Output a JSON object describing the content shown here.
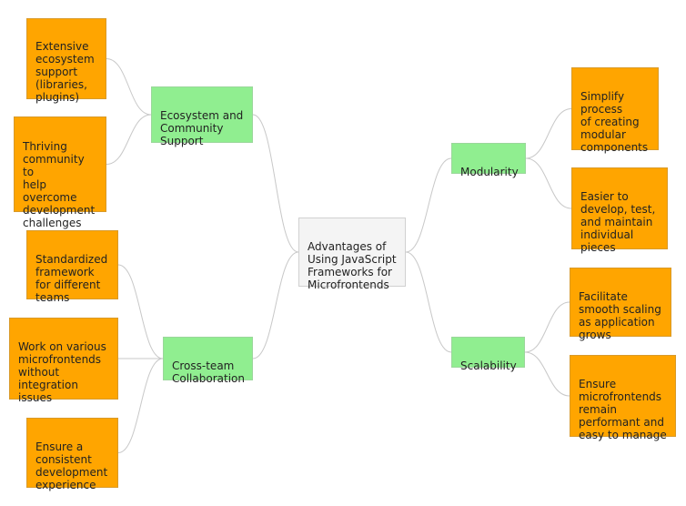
{
  "diagram": {
    "type": "mindmap",
    "colors": {
      "root": "#f4f4f4",
      "branch": "#90ee90",
      "leaf": "#ffa500",
      "connector": "#c8c8c8"
    },
    "root": {
      "label": "Advantages of\nUsing JavaScript\nFrameworks for\nMicrofrontends"
    },
    "branches": [
      {
        "label": "Ecosystem and\nCommunity\nSupport",
        "leaves": [
          {
            "label": "Extensive\necosystem\nsupport\n(libraries,\nplugins)"
          },
          {
            "label": "Thriving\ncommunity to\nhelp\novercome\ndevelopment\nchallenges"
          }
        ]
      },
      {
        "label": "Cross-team\nCollaboration",
        "leaves": [
          {
            "label": "Standardized\nframework\nfor different\nteams"
          },
          {
            "label": "Work on various\nmicrofrontends\nwithout\nintegration\nissues"
          },
          {
            "label": "Ensure a\nconsistent\ndevelopment\nexperience"
          }
        ]
      },
      {
        "label": "Modularity",
        "leaves": [
          {
            "label": "Simplify\nprocess\n of creating\nmodular\ncomponents"
          },
          {
            "label": "Easier to\ndevelop, test,\nand maintain\nindividual\npieces"
          }
        ]
      },
      {
        "label": "Scalability",
        "leaves": [
          {
            "label": "Facilitate\nsmooth scaling\nas application\ngrows"
          },
          {
            "label": "Ensure\nmicrofrontends\nremain\nperformant and\neasy to manage"
          }
        ]
      }
    ]
  }
}
